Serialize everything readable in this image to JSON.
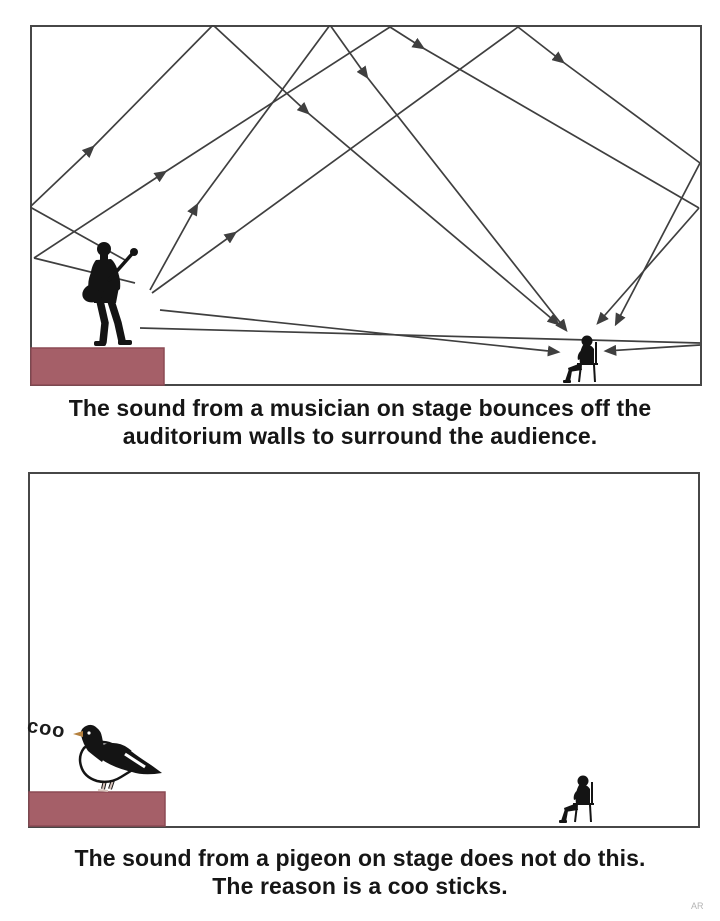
{
  "meta": {
    "title": "Auditorium acoustics meme: musician vs pigeon",
    "panel_count": 2
  },
  "panel1": {
    "scene": "auditorium-with-musician",
    "caption_line1": "The sound from a musician on stage bounces off the",
    "caption_line2": "auditorium walls to surround the audience.",
    "figures": {
      "musician": "standing-guitarist-silhouette",
      "listener": "seated-audience-member-silhouette",
      "rays": "sound-rays-bouncing-off-walls"
    }
  },
  "panel2": {
    "scene": "auditorium-with-pigeon",
    "coo_label": "coo",
    "caption_line1": "The sound from a pigeon on stage does not do this.",
    "caption_line2": "The reason is a coo sticks.",
    "figures": {
      "pigeon": "pigeon-silhouette",
      "listener": "seated-audience-member-silhouette"
    }
  },
  "watermark": "AR",
  "colors": {
    "stage": "#a55f68",
    "stage_border": "#8c4a54",
    "ray_line": "#3f3f3f",
    "panel_border": "#474747",
    "silhouette": "#141414",
    "beak": "#b5813f",
    "pigeon_leg": "#d9c5bd",
    "caption_text": "#161616",
    "watermark_text": "#b5b5b5"
  }
}
